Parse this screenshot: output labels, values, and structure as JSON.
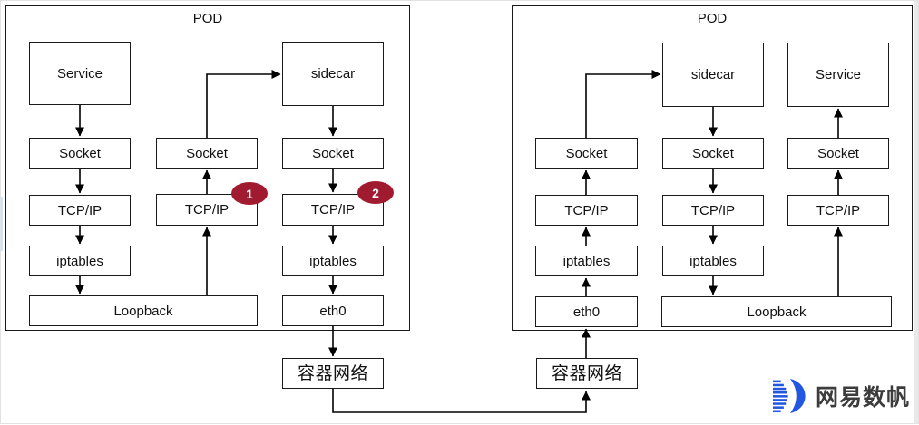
{
  "diagram": {
    "pods": [
      {
        "title": "POD",
        "columns": [
          {
            "nodes": [
              "Service",
              "Socket",
              "TCP/IP",
              "iptables"
            ]
          },
          {
            "nodes": [
              "Socket",
              "TCP/IP"
            ]
          },
          {
            "nodes": [
              "sidecar",
              "Socket",
              "TCP/IP",
              "iptables",
              "eth0"
            ]
          }
        ],
        "loopback": "Loopback",
        "container_network": "容器网络"
      },
      {
        "title": "POD",
        "columns": [
          {
            "nodes": [
              "Socket",
              "TCP/IP",
              "iptables",
              "eth0"
            ]
          },
          {
            "nodes": [
              "sidecar",
              "Socket",
              "TCP/IP",
              "iptables"
            ]
          },
          {
            "nodes": [
              "Service",
              "Socket",
              "TCP/IP"
            ]
          }
        ],
        "loopback": "Loopback",
        "container_network": "容器网络"
      }
    ],
    "badges": [
      {
        "label": "1"
      },
      {
        "label": "2"
      }
    ],
    "colors": {
      "badge": "#A01B30",
      "box_border": "#1A1A1A",
      "arrow": "#000000"
    }
  },
  "logo": {
    "text": "网易数帆",
    "brand_blue": "#2356E0",
    "text_color": "#3C3C3C"
  }
}
